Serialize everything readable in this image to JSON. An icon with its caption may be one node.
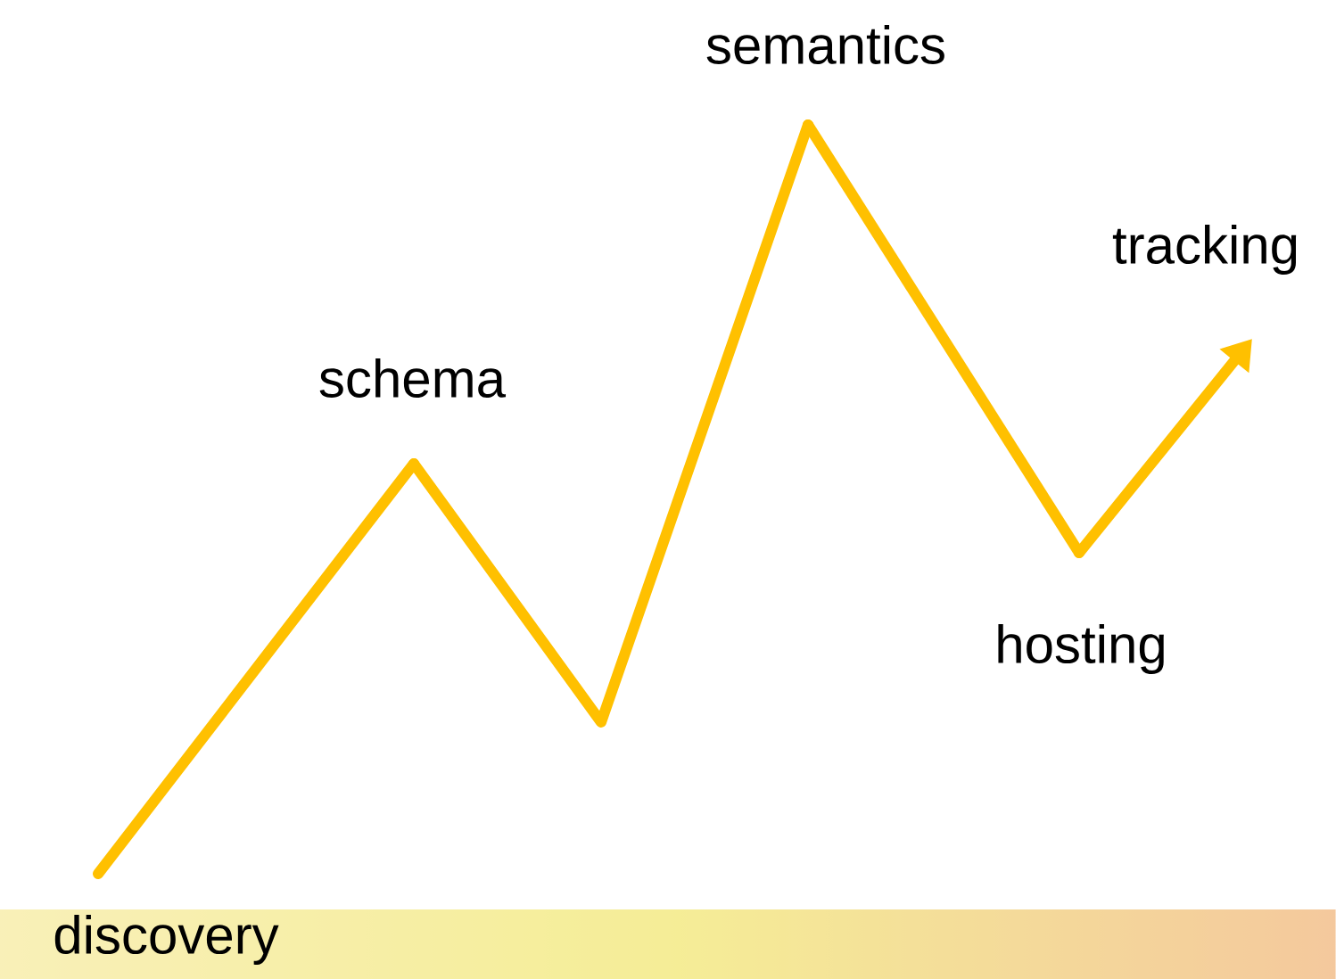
{
  "diagram": {
    "nodes": [
      {
        "text": [
          "discovery"
        ]
      },
      {
        "text": [
          "schema"
        ]
      },
      {
        "text": [
          "semantics"
        ]
      },
      {
        "text": [
          "hosting"
        ]
      },
      {
        "text": [
          "tracking"
        ]
      }
    ],
    "edges": [
      {
        "from": 0,
        "to": 1,
        "arrow": "none"
      },
      {
        "from": 1,
        "to": 2,
        "arrow": "none"
      },
      {
        "from": 2,
        "to": 3,
        "arrow": "none"
      },
      {
        "from": 3,
        "to": 4,
        "arrow": "to"
      }
    ]
  }
}
